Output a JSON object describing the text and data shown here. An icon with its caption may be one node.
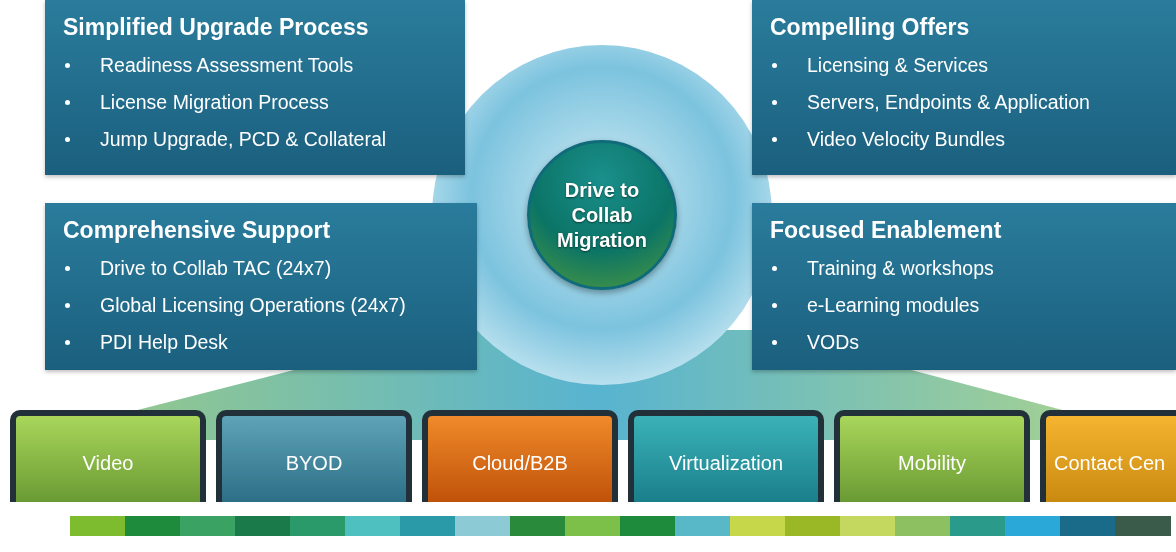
{
  "diagram": {
    "nodes": [
      {
        "text": [
          "Simplified Upgrade Process",
          "Readiness Assessment Tools",
          "License Migration Process",
          "Jump Upgrade, PCD & Collateral"
        ]
      },
      {
        "text": [
          "Compelling Offers",
          "Licensing & Services",
          "Servers, Endpoints & Application",
          "Video Velocity Bundles"
        ]
      },
      {
        "text": [
          "Drive to Collab Migration"
        ]
      },
      {
        "text": [
          "Comprehensive Support",
          "Drive to Collab TAC (24x7)",
          "Global Licensing Operations (24x7)",
          "PDI Help Desk"
        ]
      },
      {
        "text": [
          "Focused Enablement",
          "Training & workshops",
          "e-Learning modules",
          "VODs"
        ]
      },
      {
        "text": [
          "Video"
        ]
      },
      {
        "text": [
          "BYOD"
        ]
      },
      {
        "text": [
          "Cloud/B2B"
        ]
      },
      {
        "text": [
          "Virtualization"
        ]
      },
      {
        "text": [
          "Mobility"
        ]
      },
      {
        "text": [
          "Contact Cen"
        ]
      }
    ]
  }
}
